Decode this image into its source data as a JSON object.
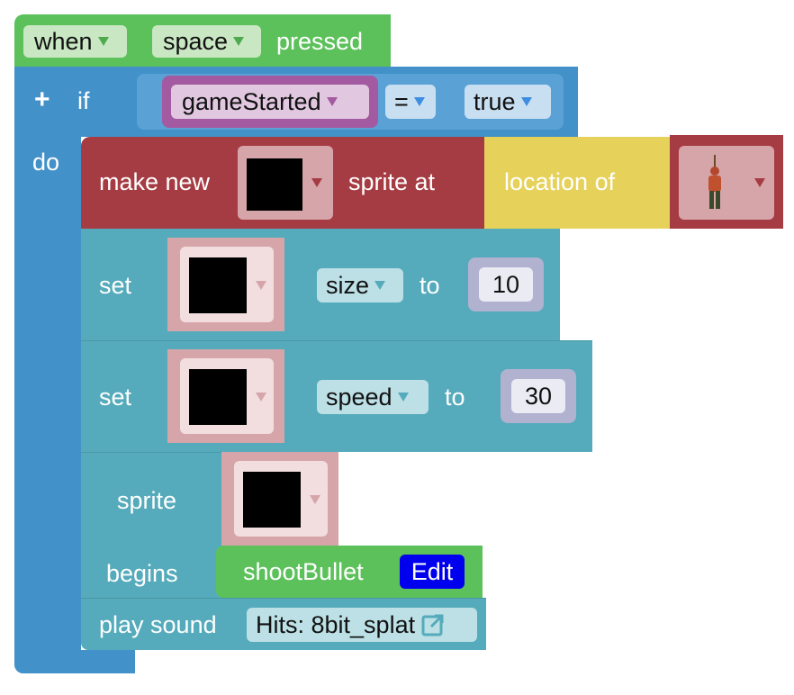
{
  "event": {
    "when": "when",
    "key": "space",
    "pressed": "pressed"
  },
  "if_block": {
    "plus": "+",
    "if_label": "if",
    "do_label": "do",
    "variable": "gameStarted",
    "operator": "=",
    "value": "true"
  },
  "make_sprite": {
    "label_make": "make new",
    "label_at": "sprite at",
    "location_of": "location of"
  },
  "set_size": {
    "set": "set",
    "property": "size",
    "to": "to",
    "value": "10"
  },
  "set_speed": {
    "set": "set",
    "property": "speed",
    "to": "to",
    "value": "30"
  },
  "sprite_begins": {
    "sprite": "sprite",
    "begins": "begins",
    "function": "shootBullet",
    "edit": "Edit"
  },
  "play_sound": {
    "label": "play sound",
    "sound": "Hits: 8bit_splat"
  },
  "colors": {
    "event": "#5cc15b",
    "logic": "#4391c9",
    "sprites": "#a63c43",
    "location": "#e6d15a",
    "sprite_props": "#55abbb",
    "variable": "#a35aa0",
    "edit_button": "#0000ee"
  }
}
